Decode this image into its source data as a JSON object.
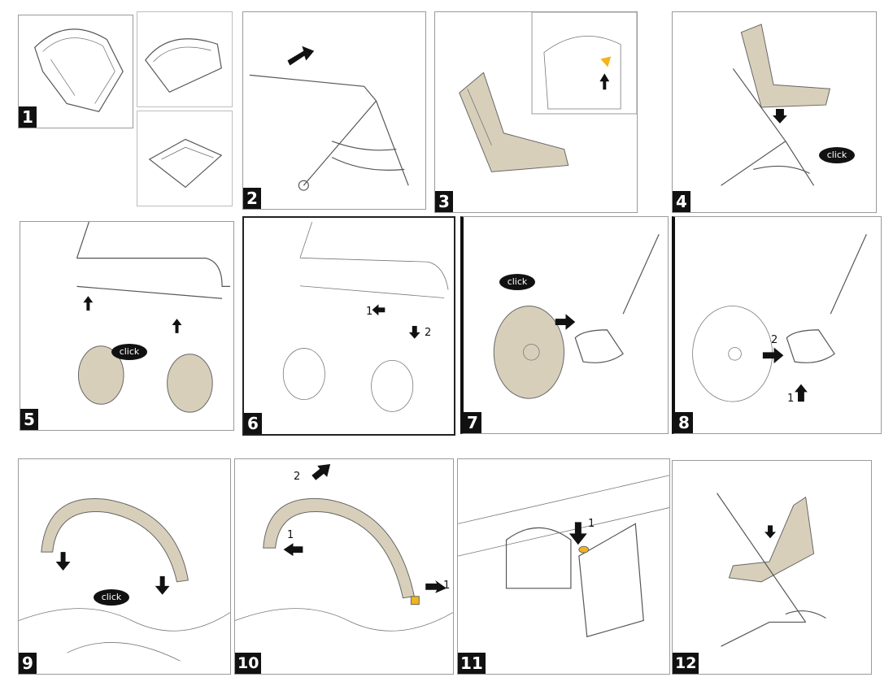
{
  "steps": [
    {
      "number": "1"
    },
    {
      "number": "2"
    },
    {
      "number": "3"
    },
    {
      "number": "4",
      "bubble": "click"
    },
    {
      "number": "5",
      "bubble": "click"
    },
    {
      "number": "6",
      "labels": [
        "1",
        "2"
      ]
    },
    {
      "number": "7",
      "bubble": "click"
    },
    {
      "number": "8",
      "labels": [
        "2",
        "1"
      ]
    },
    {
      "number": "9",
      "bubble": "click"
    },
    {
      "number": "10",
      "labels": [
        "2",
        "1",
        "1"
      ]
    },
    {
      "number": "11",
      "labels": [
        "1"
      ]
    },
    {
      "number": "12"
    }
  ],
  "colors": {
    "seat_fabric": "#d8cfbb",
    "highlight": "#f2b31c",
    "badge": "#111111"
  }
}
